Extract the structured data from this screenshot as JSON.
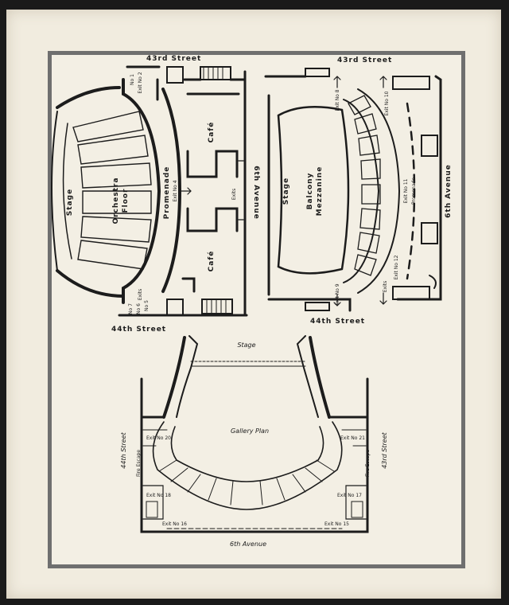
{
  "colors": {
    "ink": "#1c1c1c",
    "paper": "#f1ecdf",
    "frame": "#6f6f6f"
  },
  "plan1": {
    "street_top": "43rd Street",
    "street_bottom": "44th Street",
    "avenue": "6th Avenue",
    "stage": "Stage",
    "orchestra": "Orchestra",
    "floor": "Floor",
    "promenade": "Promenade",
    "exit4": "Exit No 4",
    "cafe_top": "Café",
    "cafe_bottom": "Café",
    "exits": "Exits",
    "exit1": "No 1",
    "exit2": "Exit No 2",
    "exit3": "Exits",
    "exit5": "No 5",
    "exit6": "No 6",
    "exit7": "No 7"
  },
  "plan2": {
    "street_top": "43rd Street",
    "street_bottom": "44th Street",
    "avenue": "6th Avenue",
    "stage": "Stage",
    "balcony": "Balcony",
    "mezzanine": "Mezzanine",
    "promenade": "Promenade",
    "exit8": "Exit No 8",
    "exit9": "Exit No 9",
    "exit10": "Exit No 10",
    "exit11": "Exit No 11",
    "exit12": "Exit No 12",
    "exits": "Exits"
  },
  "plan3": {
    "stage": "Stage",
    "title": "Gallery Plan",
    "street_left": "44th Street",
    "street_right": "43rd Street",
    "avenue": "6th Avenue",
    "fire_escape_left": "Fire Escape",
    "fire_escape_right": "Fire Escape",
    "exit_tl": "Exit No 20",
    "exit_tr": "Exit No 21",
    "exit_bl": "Exit No 18",
    "exit_br": "Exit No 17",
    "exit_bottom_l": "Exit No 16",
    "exit_bottom_r": "Exit No 15"
  }
}
